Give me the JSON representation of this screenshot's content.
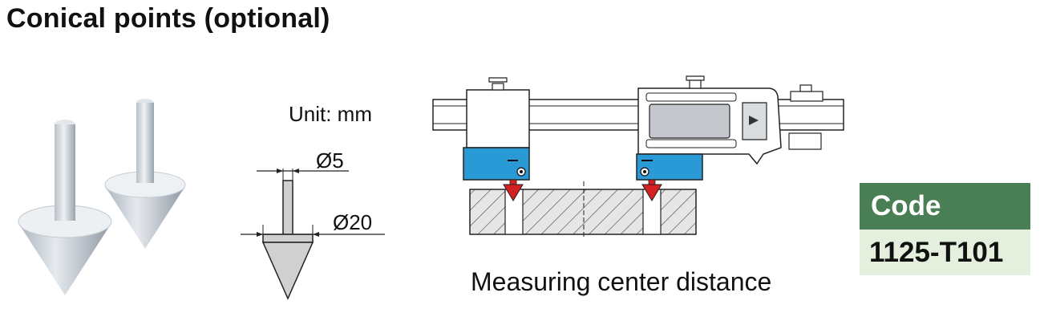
{
  "title": "Conical points (optional)",
  "unit_label": "Unit: mm",
  "dimensions": {
    "tip_diameter": "Ø5",
    "base_diameter": "Ø20"
  },
  "caption": "Measuring center distance",
  "product": {
    "code_label": "Code",
    "code_value": "1125-T101"
  },
  "colors": {
    "code_header": "#4a7f56",
    "code_body": "#e4f0dd",
    "jaw_blue": "#2a9ad6",
    "cone_red": "#d42020"
  }
}
